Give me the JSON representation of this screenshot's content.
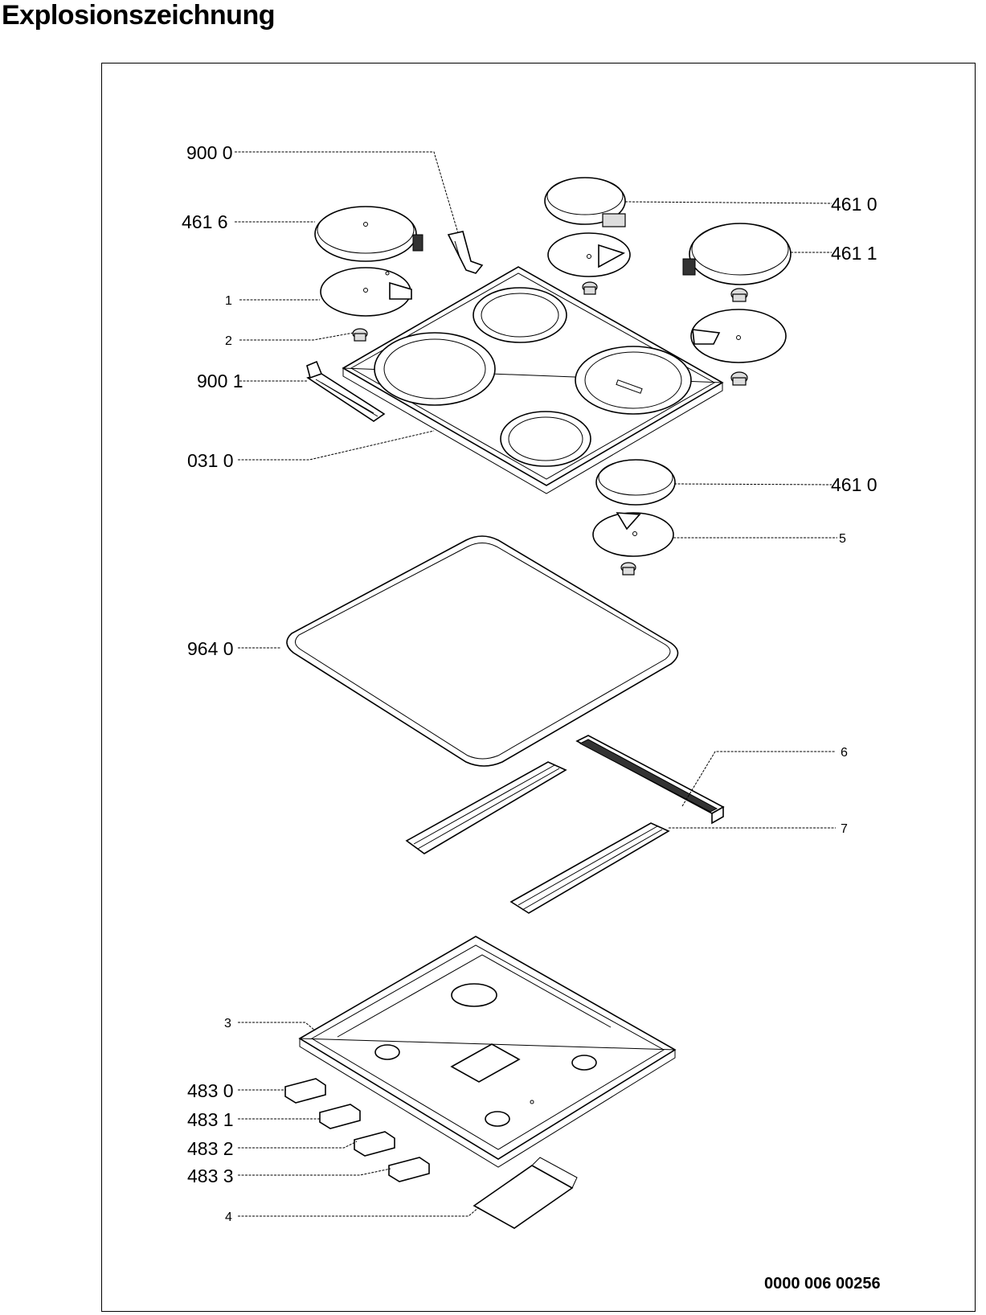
{
  "page_title": "Explosionszeichnung",
  "drawing_number": "0000 006 00256",
  "labels": {
    "p9000": "900 0",
    "p4616": "461  6",
    "p4610a": "461 0",
    "p4611": "461 1",
    "p1": "1",
    "p2": "2",
    "p9001": "900 1",
    "p0310": "031 0",
    "p4610b": "461 0",
    "p5": "5",
    "p9640": "964 0",
    "p6": "6",
    "p7": "7",
    "p3": "3",
    "p4830": "483 0",
    "p4831": "483 1",
    "p4832": "483 2",
    "p4833": "483 3",
    "p4": "4"
  }
}
